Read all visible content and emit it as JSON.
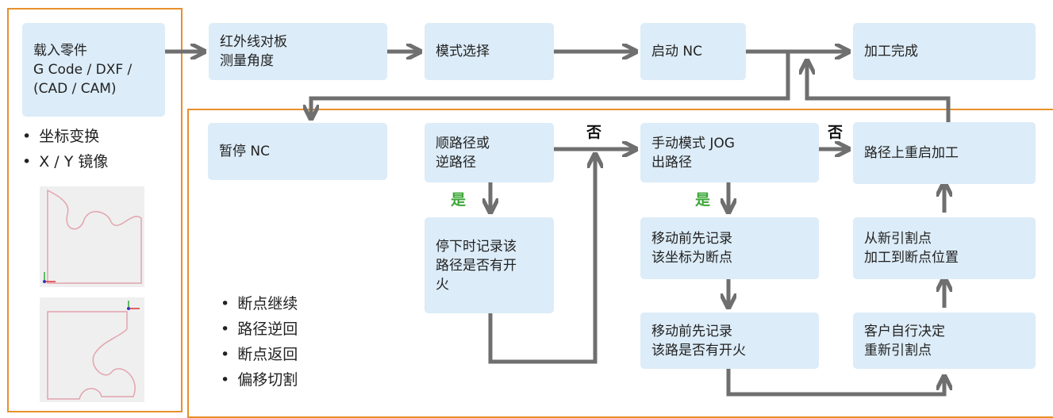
{
  "colors": {
    "frame": "#e8902b",
    "box": "#dcecf8",
    "arrow": "#6f6f6f",
    "yes": "#3ea83a",
    "no": "#111111"
  },
  "boxes": {
    "load_part": [
      "载入零件",
      "G Code / DXF /",
      "(CAD / CAM)"
    ],
    "ir_align": [
      "红外线对板",
      "测量角度"
    ],
    "mode_select": [
      "模式选择"
    ],
    "start_nc": [
      "启动 NC"
    ],
    "done": [
      "加工完成"
    ],
    "pause_nc": [
      "暂停 NC"
    ],
    "direction": [
      "顺路径或",
      "逆路径"
    ],
    "stop_record": [
      "停下时记录该",
      "路径是否有开",
      "火"
    ],
    "manual_jog": [
      "手动模式 JOG",
      "出路径"
    ],
    "restart_on_path": [
      "路径上重启加工"
    ],
    "record_breakpoint": [
      "移动前先记录",
      "该坐标为断点"
    ],
    "record_fire": [
      "移动前先记录",
      "该路是否有开火"
    ],
    "from_new_entry": [
      "从新引割点",
      "加工到断点位置"
    ],
    "customer_decide": [
      "客户自行决定",
      "重新引割点"
    ]
  },
  "left_bullets": [
    "坐标变换",
    "X / Y 镜像"
  ],
  "inner_bullets": [
    "断点继续",
    "路径逆回",
    "断点返回",
    "偏移切割"
  ],
  "labels": {
    "yes": "是",
    "no": "否"
  }
}
